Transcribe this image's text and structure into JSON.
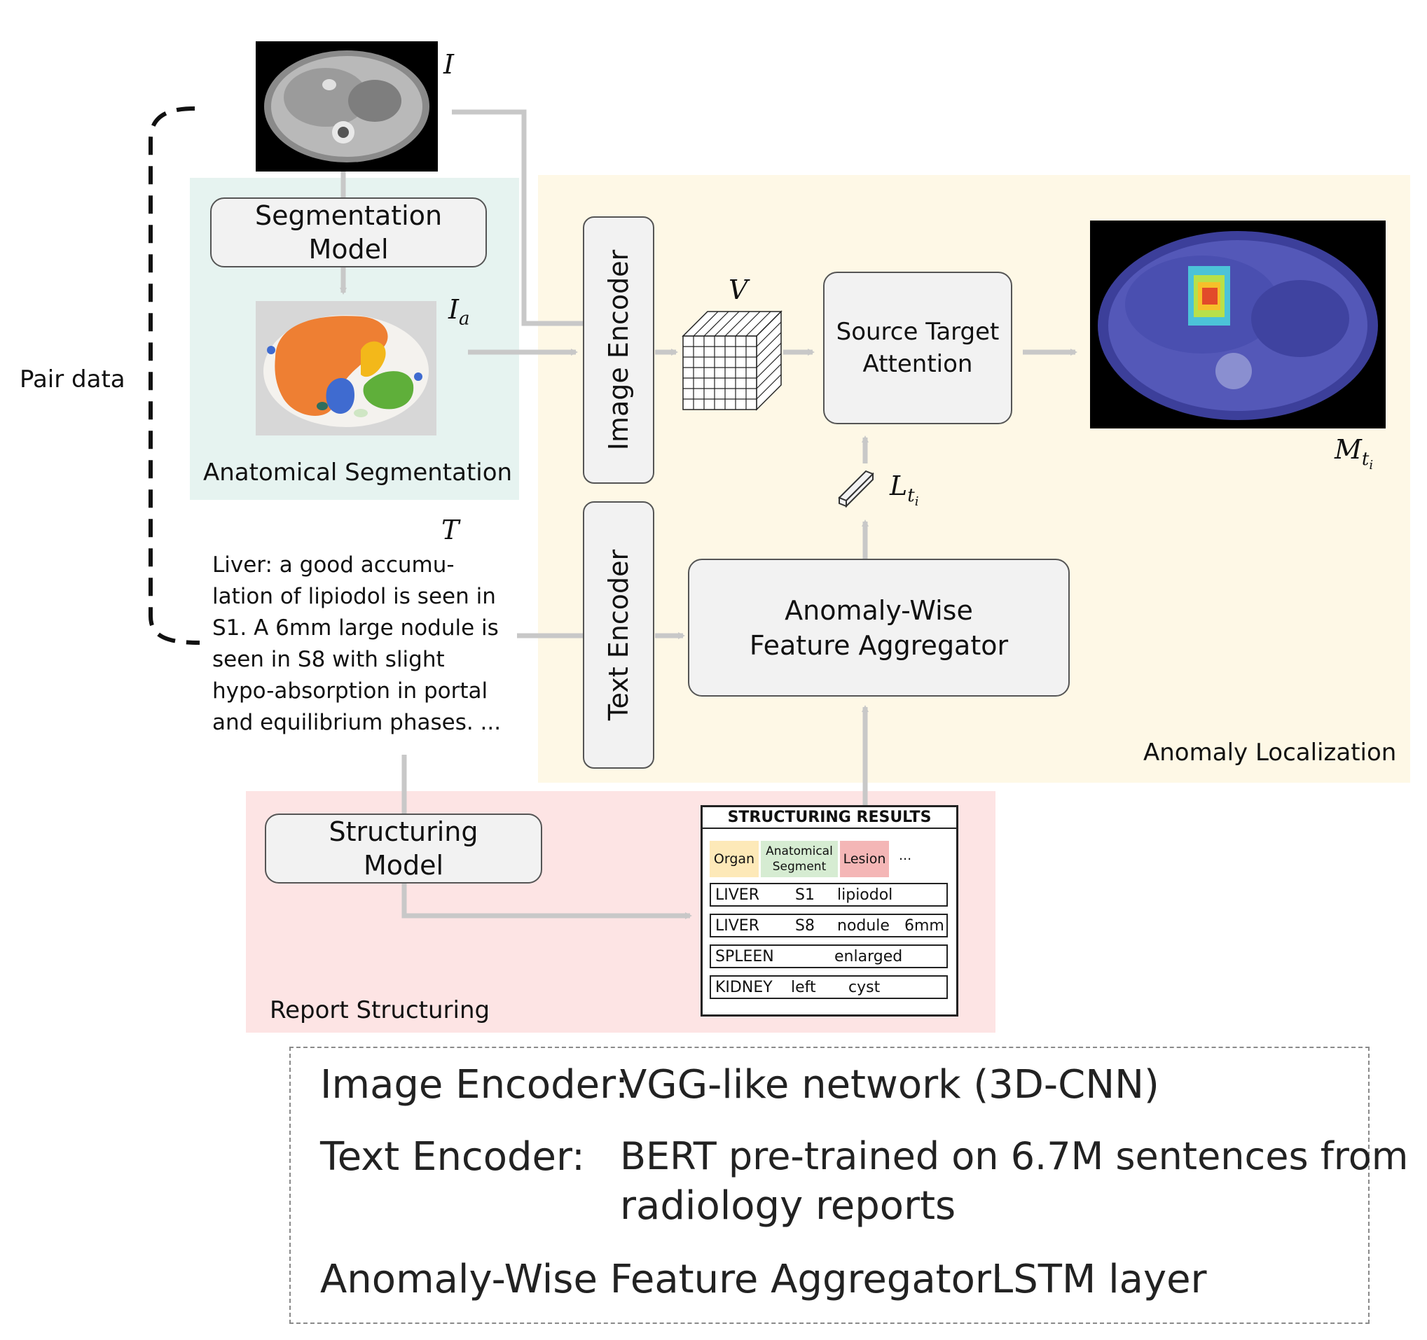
{
  "symbols": {
    "image": "I",
    "seg_image": "I",
    "seg_image_sub": "a",
    "text": "T",
    "volume": "V",
    "latent": "L",
    "latent_sub": "t",
    "latent_subsub": "i",
    "map": "M",
    "map_sub": "t",
    "map_subsub": "i"
  },
  "pair_data_label": "Pair data",
  "regions": {
    "segmentation": "Anatomical Segmentation",
    "localization": "Anomaly Localization",
    "structuring": "Report Structuring"
  },
  "boxes": {
    "segmentation_model_line1": "Segmentation",
    "segmentation_model_line2": "Model",
    "image_encoder": "Image Encoder",
    "text_encoder": "Text Encoder",
    "source_target_line1": "Source Target",
    "source_target_line2": "Attention",
    "aggregator_line1": "Anomaly-Wise",
    "aggregator_line2": "Feature Aggregator",
    "structuring_model_line1": "Structuring",
    "structuring_model_line2": "Model"
  },
  "report_text": [
    "Liver: a good accumu-",
    "lation of lipiodol is seen in",
    "S1. A 6mm large nodule is",
    "seen in S8 with slight",
    "hypo-absorption in portal",
    "and equilibrium phases. ..."
  ],
  "structuring_results": {
    "title": "STRUCTURING RESULTS",
    "categories": {
      "organ": "Organ",
      "segment_line1": "Anatomical",
      "segment_line2": "Segment",
      "lesion": "Lesion",
      "more": "..."
    },
    "rows": [
      {
        "organ": "LIVER",
        "segment": "S1",
        "lesion": "lipiodol",
        "extra": ""
      },
      {
        "organ": "LIVER",
        "segment": "S8",
        "lesion": "nodule",
        "extra": "6mm"
      },
      {
        "organ": "SPLEEN",
        "segment": "",
        "lesion": "enlarged",
        "extra": ""
      },
      {
        "organ": "KIDNEY",
        "segment": "left",
        "lesion": "cyst",
        "extra": ""
      }
    ]
  },
  "legend": {
    "image_encoder_key": "Image Encoder:",
    "image_encoder_val": "VGG-like network (3D-CNN)",
    "text_encoder_key": "Text Encoder:",
    "text_encoder_val_line1": "BERT pre-trained on 6.7M sentences from",
    "text_encoder_val_line2": "radiology reports",
    "aggregator_key": "Anomaly-Wise Feature Aggregator:",
    "aggregator_val": "LSTM layer"
  },
  "colors": {
    "segmentation_bg": "#e6f3f0",
    "localization_bg": "#fef8e6",
    "structuring_bg": "#fde4e4",
    "arrow": "#c8c8c8",
    "organ_tag": "#fde9b8",
    "segment_tag": "#d6ecd2",
    "lesion_tag": "#f4b6b6"
  }
}
